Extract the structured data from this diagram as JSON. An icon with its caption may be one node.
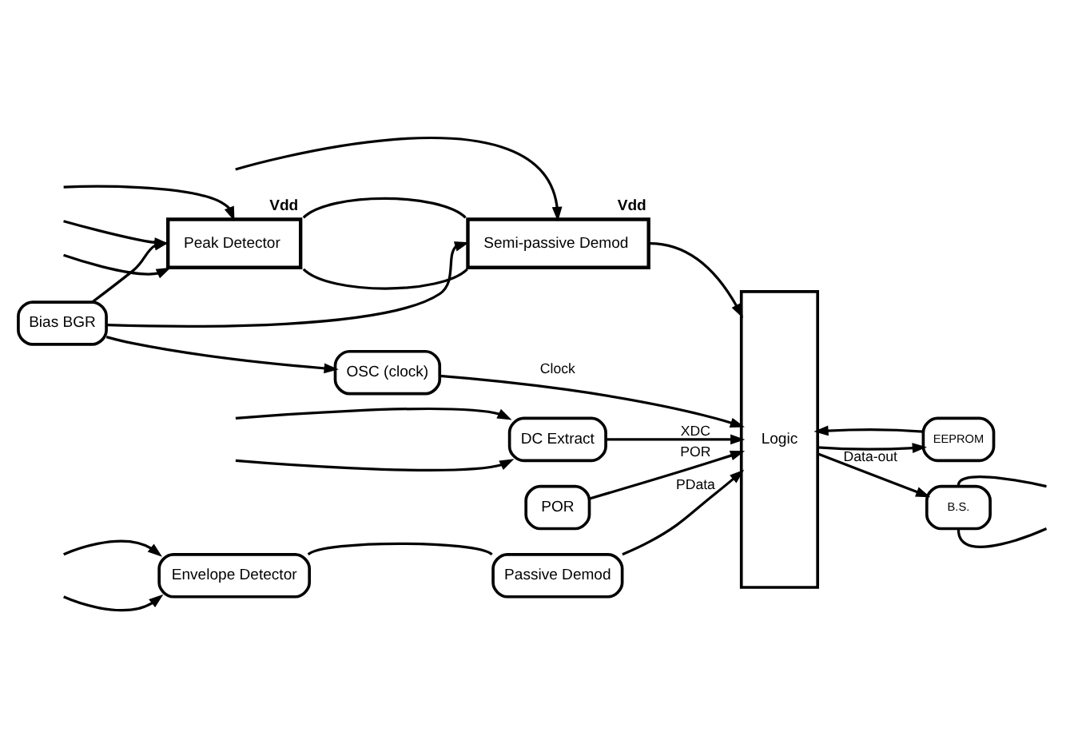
{
  "diagram": {
    "nodes": [
      {
        "text": [
          "Peak Detector"
        ],
        "beside": [
          "Vdd"
        ]
      },
      {
        "text": [
          "Semi-passive Demod"
        ],
        "beside": [
          "Vdd"
        ]
      },
      {
        "text": [
          "EEPROM"
        ]
      },
      {
        "text": [
          "Logic"
        ]
      },
      {
        "text": [
          "Bias BGR"
        ]
      },
      {
        "text": [
          "OSC (clock)"
        ]
      },
      {
        "text": [
          "B.S."
        ]
      },
      {
        "text": [
          "DC Extract"
        ]
      },
      {
        "text": [
          "POR"
        ]
      },
      {
        "text": [
          "Envelope Detector"
        ]
      },
      {
        "text": [
          "Passive Demod"
        ]
      }
    ],
    "edges": [
      {
        "from": null,
        "to": 0,
        "arrow": "to"
      },
      {
        "from": null,
        "to": 1,
        "arrow": "to"
      },
      {
        "from": null,
        "to": 0,
        "arrow": "to"
      },
      {
        "from": null,
        "to": 0,
        "arrow": "to"
      },
      {
        "from": 0,
        "to": 1,
        "arrow": "none"
      },
      {
        "from": 0,
        "to": 1,
        "arrow": "none"
      },
      {
        "from": 1,
        "to": 3,
        "arrow": "to"
      },
      {
        "from": 2,
        "to": 3,
        "arrow": "to"
      },
      {
        "from": 3,
        "to": 2,
        "arrow": "to"
      },
      {
        "from": 4,
        "to": 0,
        "arrow": "to"
      },
      {
        "from": 4,
        "to": 1,
        "arrow": "to"
      },
      {
        "from": 4,
        "to": 5,
        "arrow": "to"
      },
      {
        "from": 5,
        "to": 3,
        "label": "Clock",
        "arrow": "to"
      },
      {
        "from": 3,
        "to": 6,
        "label": "Data-out",
        "arrow": "to"
      },
      {
        "from": 6,
        "to": null,
        "arrow": "none"
      },
      {
        "from": 6,
        "to": null,
        "arrow": "none"
      },
      {
        "from": null,
        "to": 7,
        "arrow": "to"
      },
      {
        "from": null,
        "to": 7,
        "arrow": "to"
      },
      {
        "from": 7,
        "to": 3,
        "label": "XDC",
        "arrow": "to"
      },
      {
        "from": 8,
        "to": 3,
        "label": "POR",
        "arrow": "to"
      },
      {
        "from": null,
        "to": 9,
        "arrow": "to"
      },
      {
        "from": null,
        "to": 9,
        "arrow": "to"
      },
      {
        "from": 9,
        "to": 10,
        "arrow": "none"
      },
      {
        "from": 10,
        "to": 3,
        "label": "PData",
        "arrow": "to"
      }
    ]
  }
}
